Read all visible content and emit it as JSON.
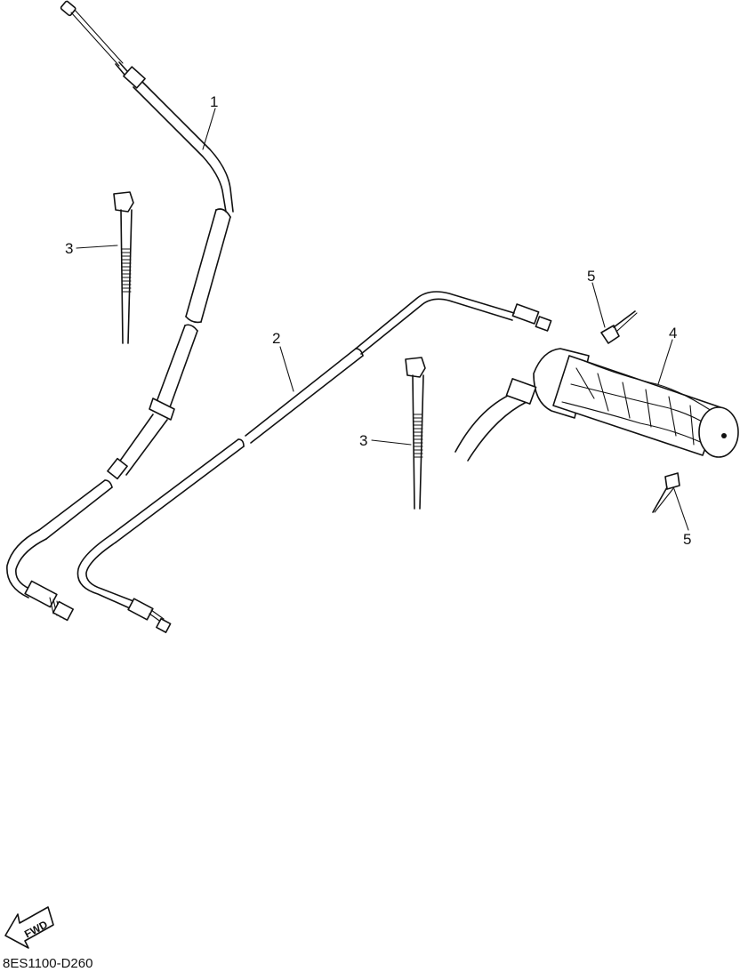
{
  "callouts": [
    "1",
    "2",
    "3",
    "3",
    "4",
    "5",
    "5"
  ],
  "fwd_badge": "FWD",
  "diagram_code": "8ES1100-D260"
}
